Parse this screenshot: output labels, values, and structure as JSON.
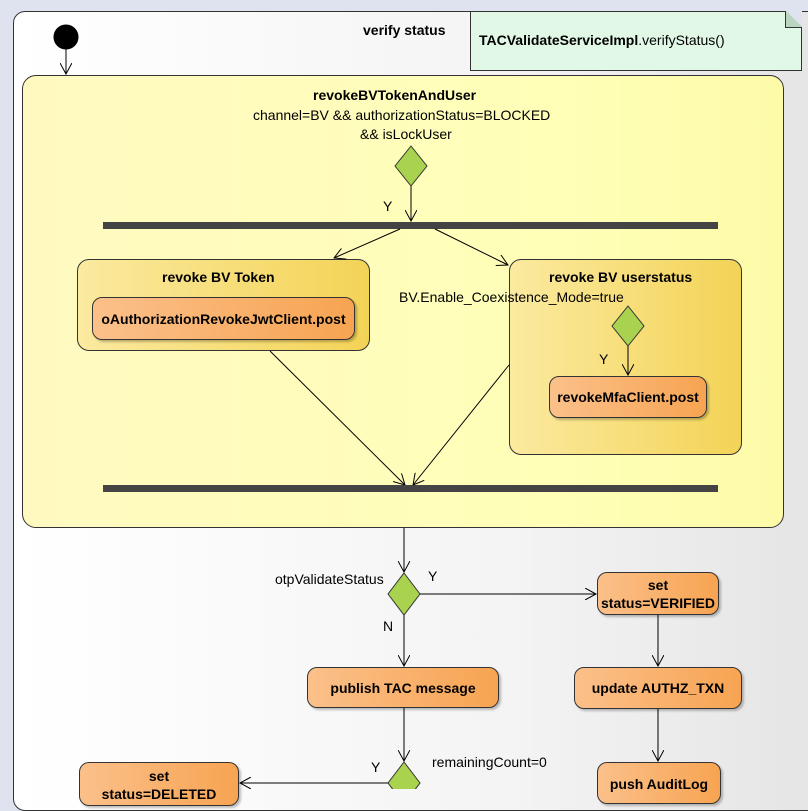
{
  "frame": {
    "title": "verify status"
  },
  "note": {
    "class_name": "TACValidateServiceImpl",
    "method": ".verifyStatus()"
  },
  "region": {
    "title": "revokeBVTokenAndUser",
    "guard_line1": "channel=BV && authorizationStatus=BLOCKED",
    "guard_line2": "&& isLockUser",
    "yes": "Y"
  },
  "revoke_token": {
    "title": "revoke BV Token",
    "action": "oAuthorizationRevokeJwtClient.post"
  },
  "revoke_user": {
    "title": "revoke BV userstatus",
    "guard": "BV.Enable_Coexistence_Mode=true",
    "yes": "Y",
    "action": "revokeMfaClient.post"
  },
  "decision1": {
    "label": "otpValidateStatus",
    "yes": "Y",
    "no": "N"
  },
  "set_verified": {
    "line1": "set",
    "line2": "status=VERIFIED"
  },
  "update_authz": "update AUTHZ_TXN",
  "push_audit": "push AuditLog",
  "publish_tac": "publish TAC message",
  "decision2": {
    "label": "remainingCount=0",
    "yes": "Y"
  },
  "set_deleted": {
    "line1": "set",
    "line2": "status=DELETED"
  },
  "colors": {
    "region": "#ffffb8",
    "action": "#f7a452",
    "decision": "#a9d34e",
    "note": "#e1f8e6"
  }
}
